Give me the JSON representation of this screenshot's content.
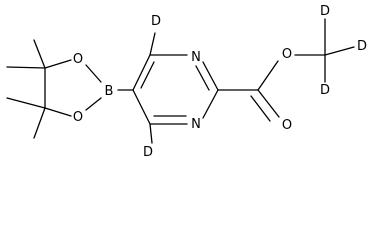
{
  "structure": {
    "atom_labels": {
      "boron": "B",
      "ring_oxygen_top": "O",
      "ring_oxygen_bottom": "O",
      "nitrogen_top": "N",
      "nitrogen_bottom": "N",
      "deuterium_ring_top": "D",
      "deuterium_ring_bottom": "D",
      "ester_oxygen": "O",
      "carbonyl_oxygen": "O",
      "deuterium_methyl_top": "D",
      "deuterium_methyl_right": "D",
      "deuterium_methyl_bottom": "D"
    },
    "colors": {
      "bond": "#000000",
      "label": "#000000",
      "background": "#ffffff"
    }
  }
}
